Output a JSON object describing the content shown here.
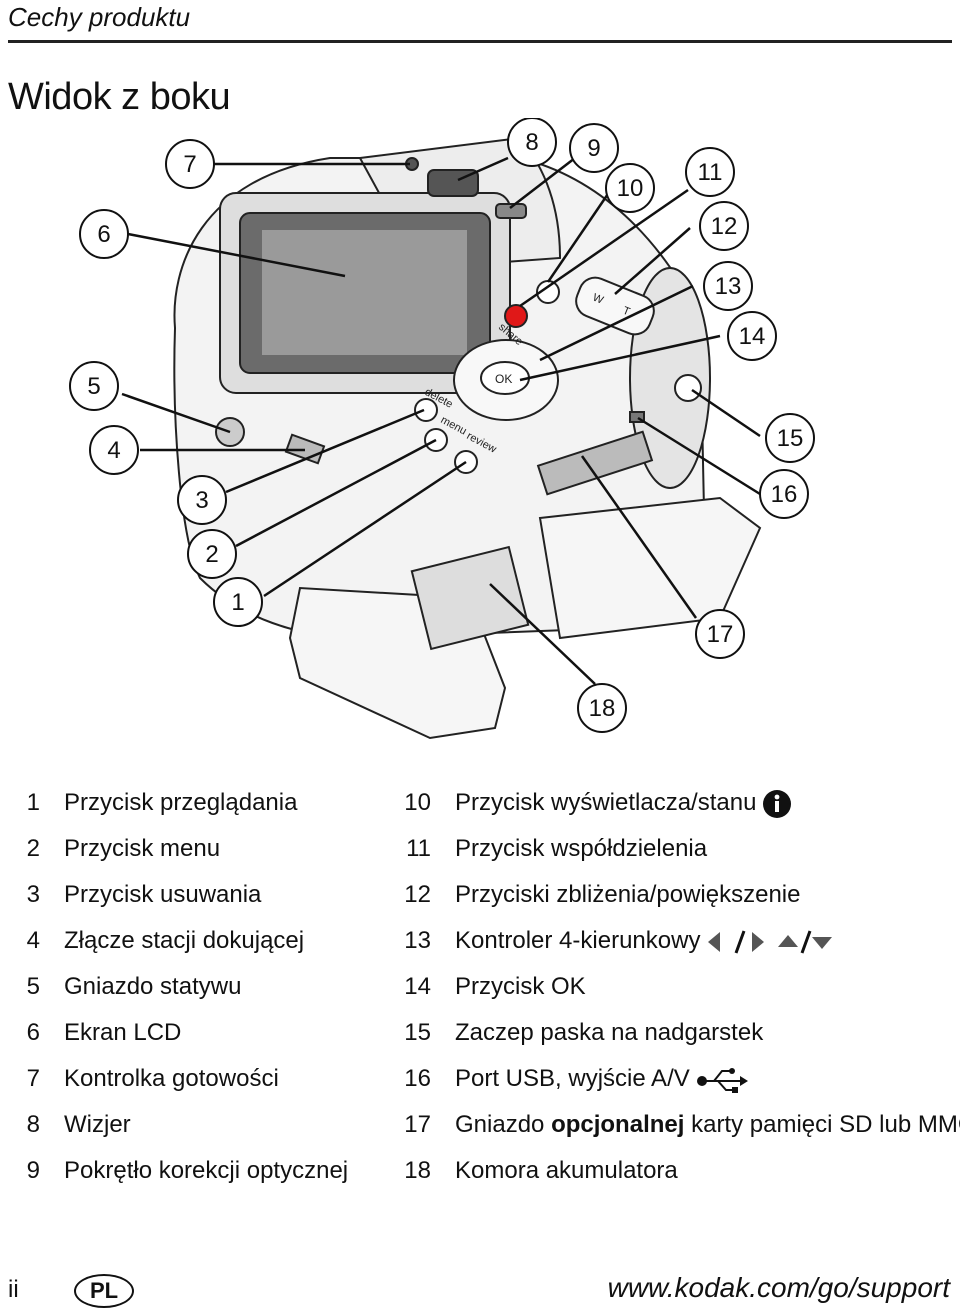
{
  "header": {
    "section": "Cechy produktu"
  },
  "page_title": "Widok z boku",
  "callouts": [
    "1",
    "2",
    "3",
    "4",
    "5",
    "6",
    "7",
    "8",
    "9",
    "10",
    "11",
    "12",
    "13",
    "14",
    "15",
    "16",
    "17",
    "18"
  ],
  "camera_labels": {
    "delete": "delete",
    "menu": "menu",
    "review": "review",
    "share": "share",
    "ok": "OK",
    "w": "W",
    "t": "T"
  },
  "legend_left": [
    {
      "num": "1",
      "text": "Przycisk przeglądania"
    },
    {
      "num": "2",
      "text": "Przycisk menu"
    },
    {
      "num": "3",
      "text": "Przycisk usuwania"
    },
    {
      "num": "4",
      "text": "Złącze stacji dokującej"
    },
    {
      "num": "5",
      "text": "Gniazdo statywu"
    },
    {
      "num": "6",
      "text": "Ekran LCD"
    },
    {
      "num": "7",
      "text": "Kontrolka gotowości"
    },
    {
      "num": "8",
      "text": "Wizjer"
    },
    {
      "num": "9",
      "text": "Pokrętło korekcji optycznej"
    }
  ],
  "legend_right": [
    {
      "num": "10",
      "text": "Przycisk wyświetlacza/stanu"
    },
    {
      "num": "11",
      "text": "Przycisk współdzielenia"
    },
    {
      "num": "12",
      "text": "Przyciski zbliżenia/powiększenie"
    },
    {
      "num": "13",
      "text": "Kontroler 4-kierunkowy"
    },
    {
      "num": "14",
      "text": "Przycisk OK"
    },
    {
      "num": "15",
      "text": "Zaczep paska na nadgarstek"
    },
    {
      "num": "16",
      "text": "Port USB, wyjście A/V"
    },
    {
      "num": "17",
      "pre": "Gniazdo ",
      "bold": "opcjonalnej",
      "post": " karty pamięci SD lub MMC"
    },
    {
      "num": "18",
      "text": "Komora akumulatora"
    }
  ],
  "icons": {
    "info": "info-icon",
    "four_way": "four-way-arrows-icon",
    "usb": "usb-icon"
  },
  "footer": {
    "page_number": "ii",
    "language": "PL",
    "url": "www.kodak.com/go/support"
  }
}
